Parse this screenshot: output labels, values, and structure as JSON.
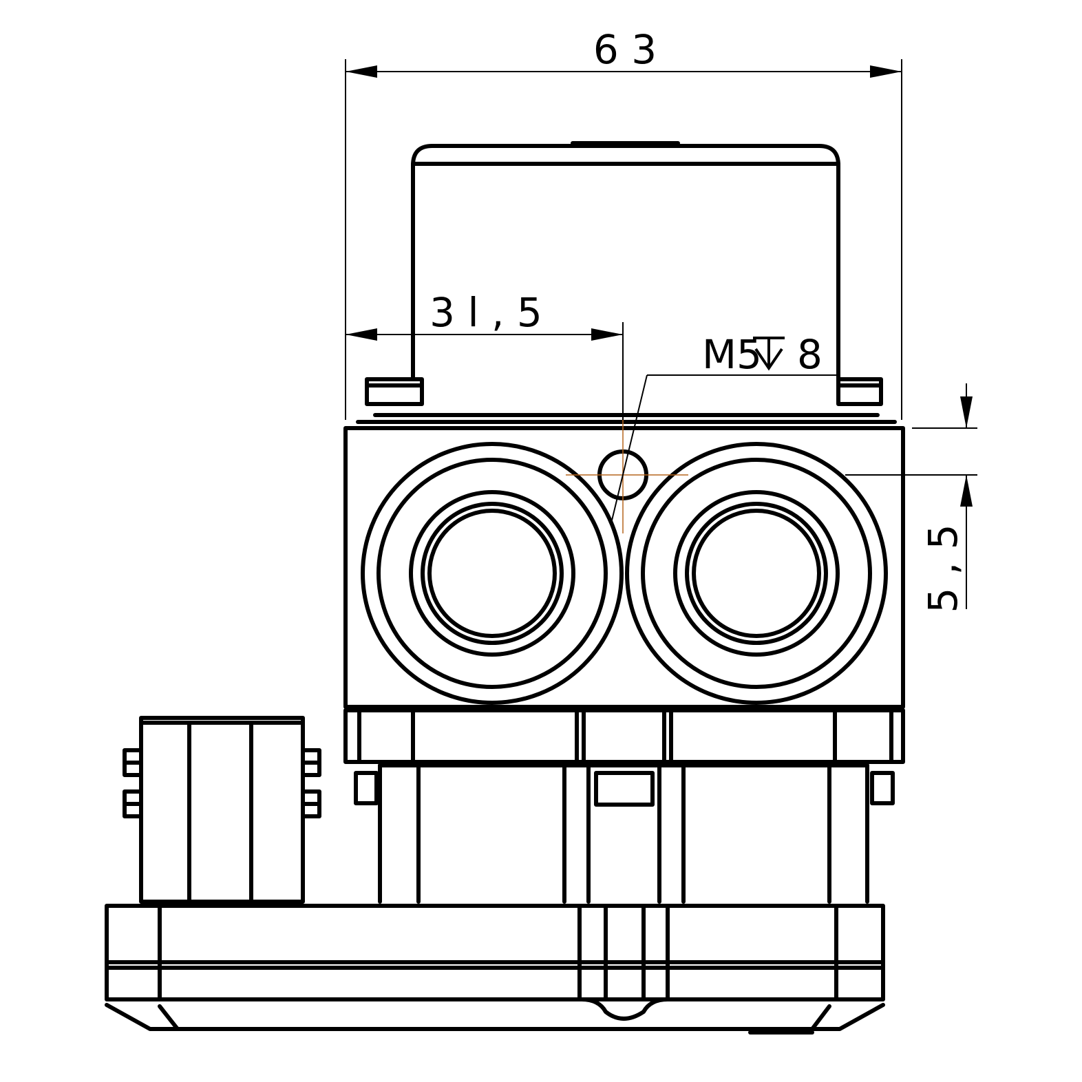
{
  "dimensions": {
    "overall_width": "6 3",
    "center_offset": "3 l , 5",
    "thread_callout": "M5",
    "thread_depth": "8",
    "vertical_offset": "5 , 5"
  }
}
